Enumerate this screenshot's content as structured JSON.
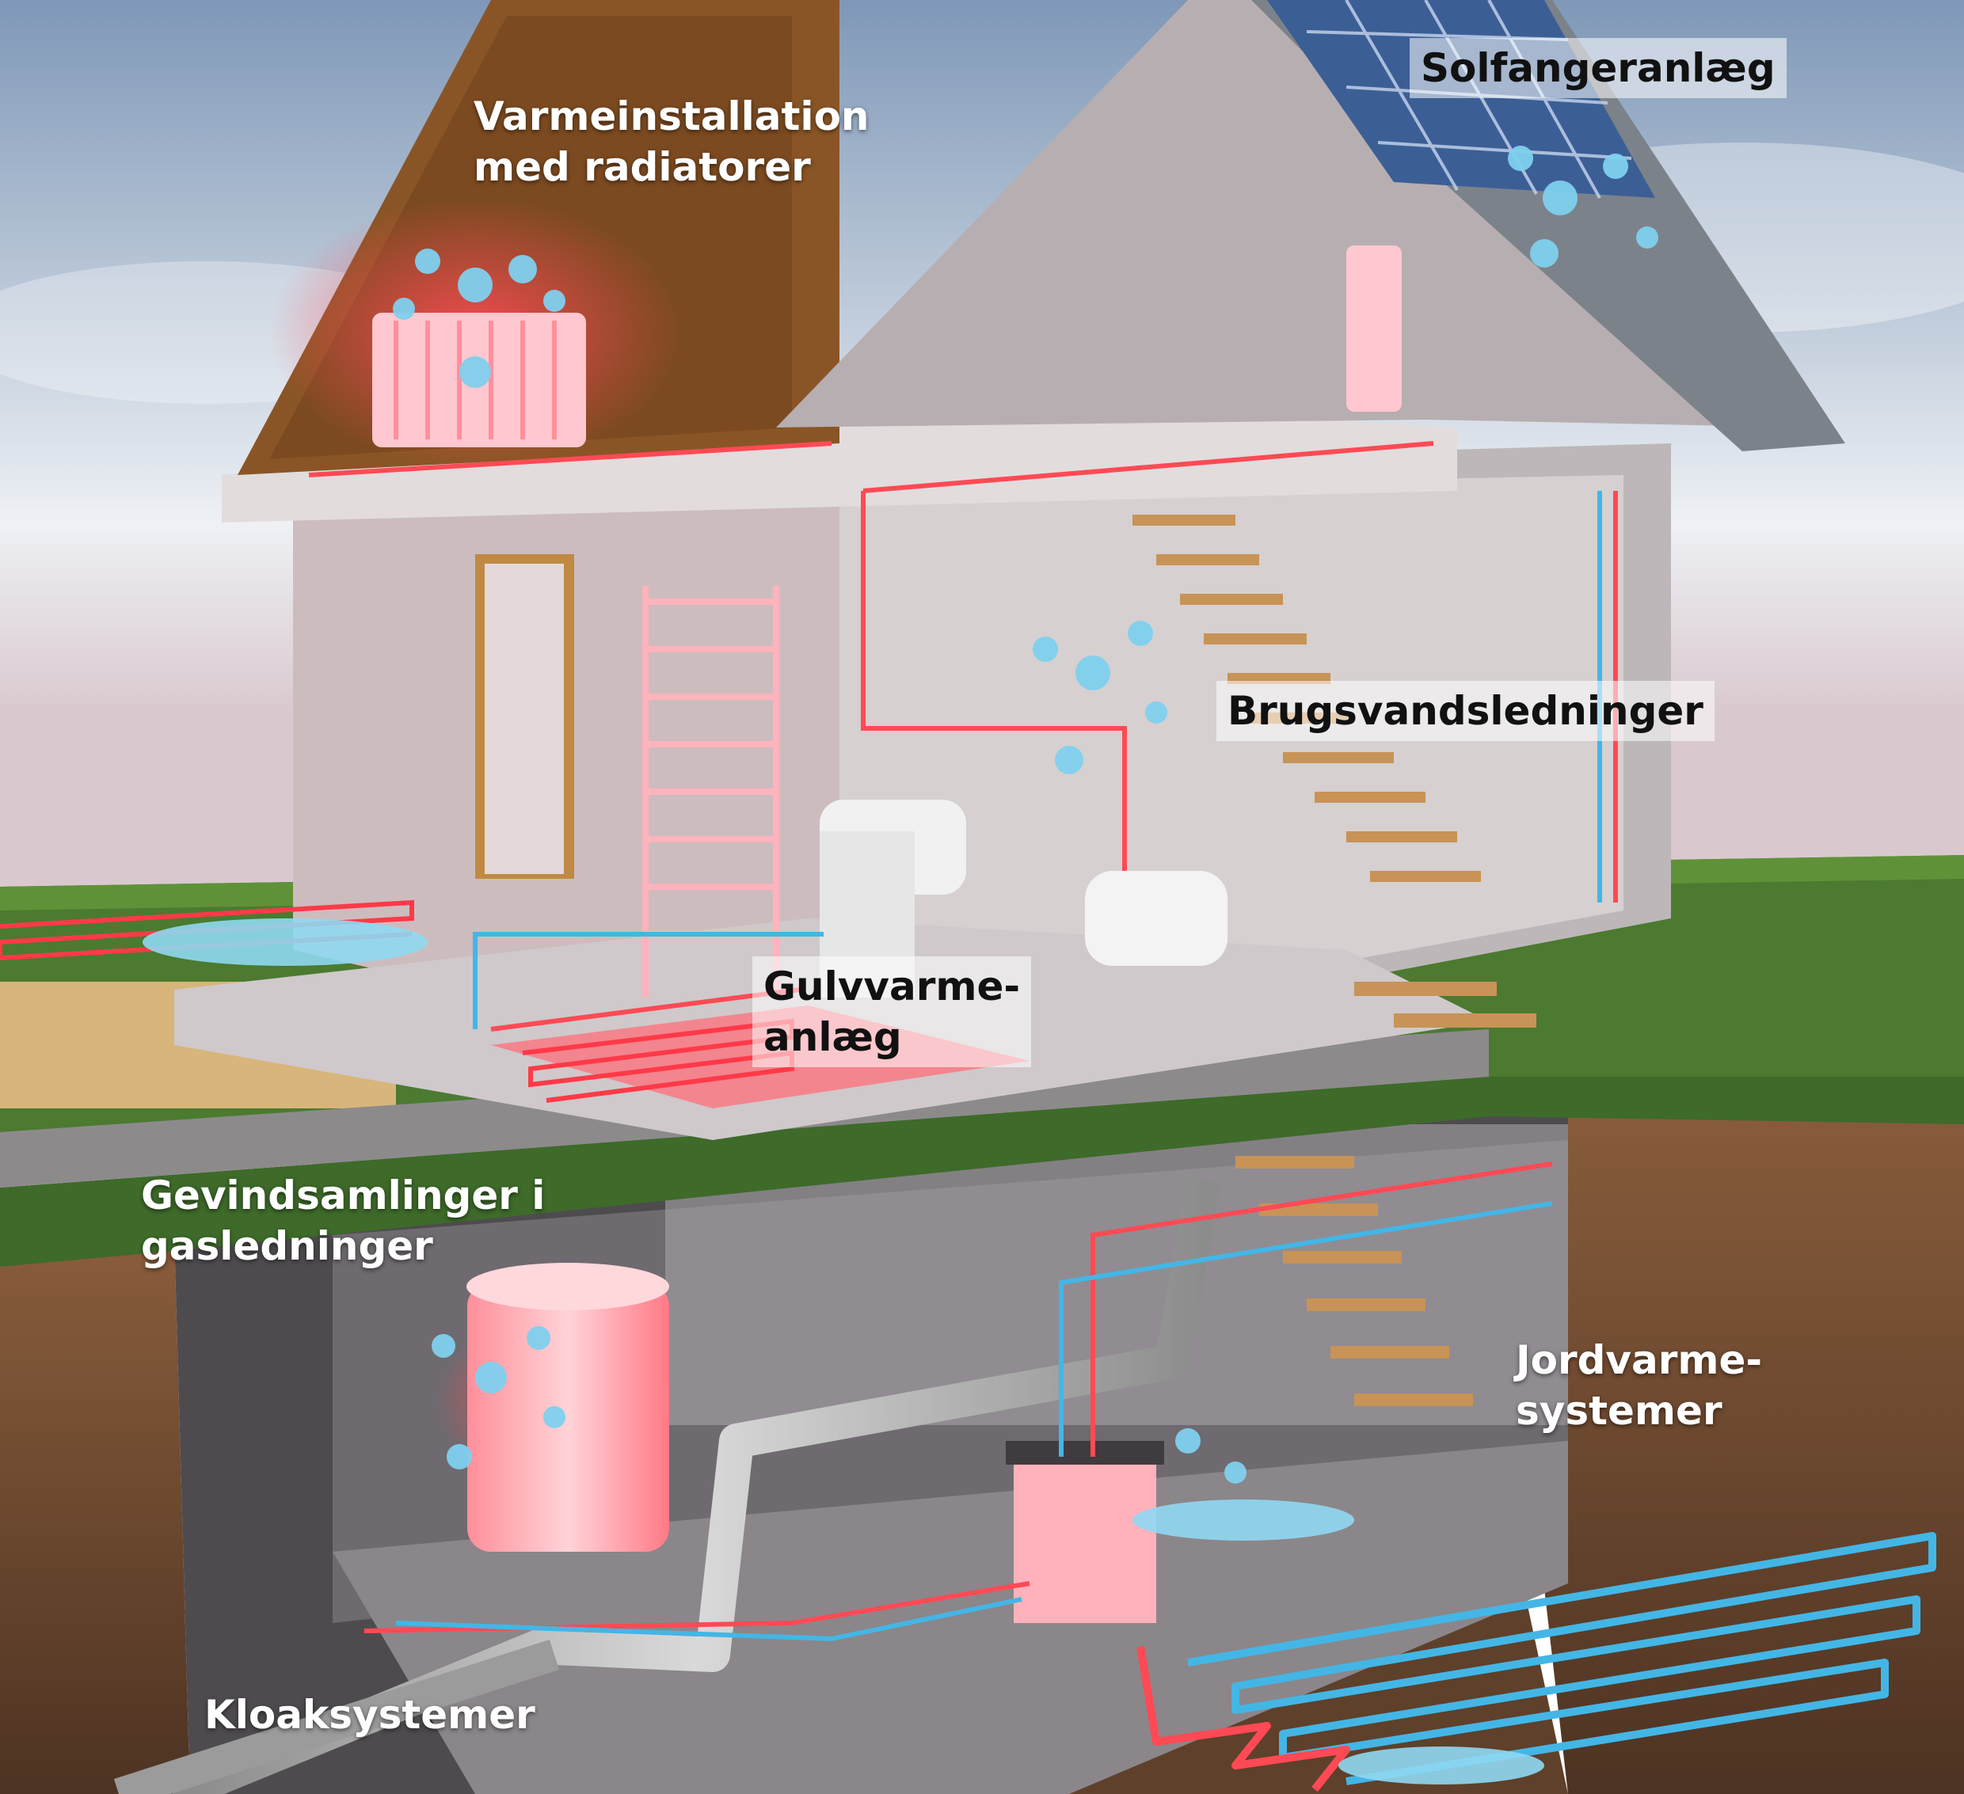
{
  "labels": {
    "radiators": [
      "Varmeinstallation",
      "med radiatorer"
    ],
    "solar": "Solfangeranlæg",
    "tapwater": "Brugsvandsledninger",
    "floorheating": [
      "Gulvvarme-",
      "anlæg"
    ],
    "gas": [
      "Gevindsamlinger i",
      "gasledninger"
    ],
    "geothermal": [
      "Jordvarme-",
      "systemer"
    ],
    "sewer": "Kloaksystemer"
  },
  "colors": {
    "sky_top": "#7f98b8",
    "sky_mid": "#dfe5ee",
    "wall": "#c9c0c2",
    "roof_wood": "#8a5526",
    "roof_tiles": "#7c828a",
    "grass": "#3f6b2a",
    "soil": "#7a5236",
    "hot_pipe": "#ff4a55",
    "cold_pipe": "#43b6e6",
    "water_drop": "#7fd0ee",
    "label_text": "#ffffff",
    "label_dark_text": "#111111"
  }
}
